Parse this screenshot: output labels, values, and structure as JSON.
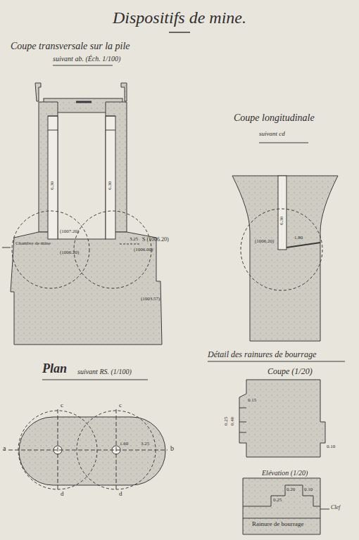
{
  "diagram": {
    "title": "Dispositifs de mine.",
    "labels": [
      "Coupe transversale sur la pile",
      "suivant ab. (Éch. 1/100)",
      "Chambre de mine",
      "(1007.20)",
      "(1006.20)",
      "3.25",
      "S (1006.20)",
      "(1006.00)",
      "(1003.57)",
      "6.30",
      "6.30",
      "Coupe longitudinale",
      "suivant cd",
      "(1006.20)",
      "1.80",
      "6.30",
      "Plan",
      "suivant RS. (1/100)",
      "a",
      "b",
      "c",
      "c",
      "d",
      "d",
      "1.60",
      "3.25",
      "Détail des rainures de bourrage",
      "Coupe (1/20)",
      "0.25",
      "0.40",
      "0.15",
      "0.10",
      "Elévation (1/20)",
      "0.20",
      "0.25",
      "0.10",
      "Clef",
      "Rainure de bourrage"
    ]
  }
}
